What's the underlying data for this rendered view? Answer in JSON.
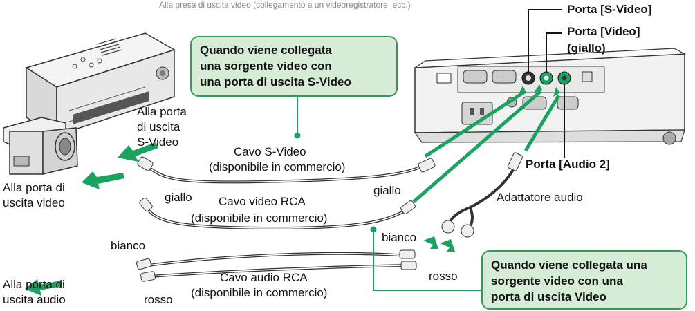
{
  "top_caption": "Alla presa di uscita video (collegamento a un videoregistratore, ecc.)",
  "callouts": {
    "svideo": [
      "Quando viene collegata",
      "una sorgente video con",
      "una porta di uscita S-Video"
    ],
    "video": [
      "Quando viene collegata una",
      "sorgente video con una",
      "porta di uscita Video"
    ]
  },
  "ports": {
    "svideo": "Porta [S-Video]",
    "video_line1": "Porta [Video]",
    "video_line2": "(giallo)",
    "audio2": "Porta [Audio 2]"
  },
  "source_labels": {
    "svideo_out": [
      "Alla porta",
      "di uscita",
      "S-Video"
    ],
    "video_out": [
      "Alla porta di",
      "uscita video"
    ],
    "audio_out": [
      "Alla porta di",
      "uscita audio"
    ]
  },
  "cables": {
    "svideo": [
      "Cavo S-Video",
      "(disponibile in commercio)"
    ],
    "rca_video": [
      "Cavo video RCA",
      "(disponibile in commercio)"
    ],
    "rca_audio": [
      "Cavo audio RCA",
      "(disponibile in commercio)"
    ]
  },
  "plug_colors": {
    "yellow_left": "giallo",
    "yellow_right": "giallo",
    "white_left": "bianco",
    "white_right": "bianco",
    "red_left": "rosso",
    "red_right": "rosso"
  },
  "adapter": "Adattatore audio",
  "colors": {
    "accent_green": "#1aa35f",
    "callout_fill": "#d6ecd6",
    "callout_border": "#2f9c5a"
  }
}
